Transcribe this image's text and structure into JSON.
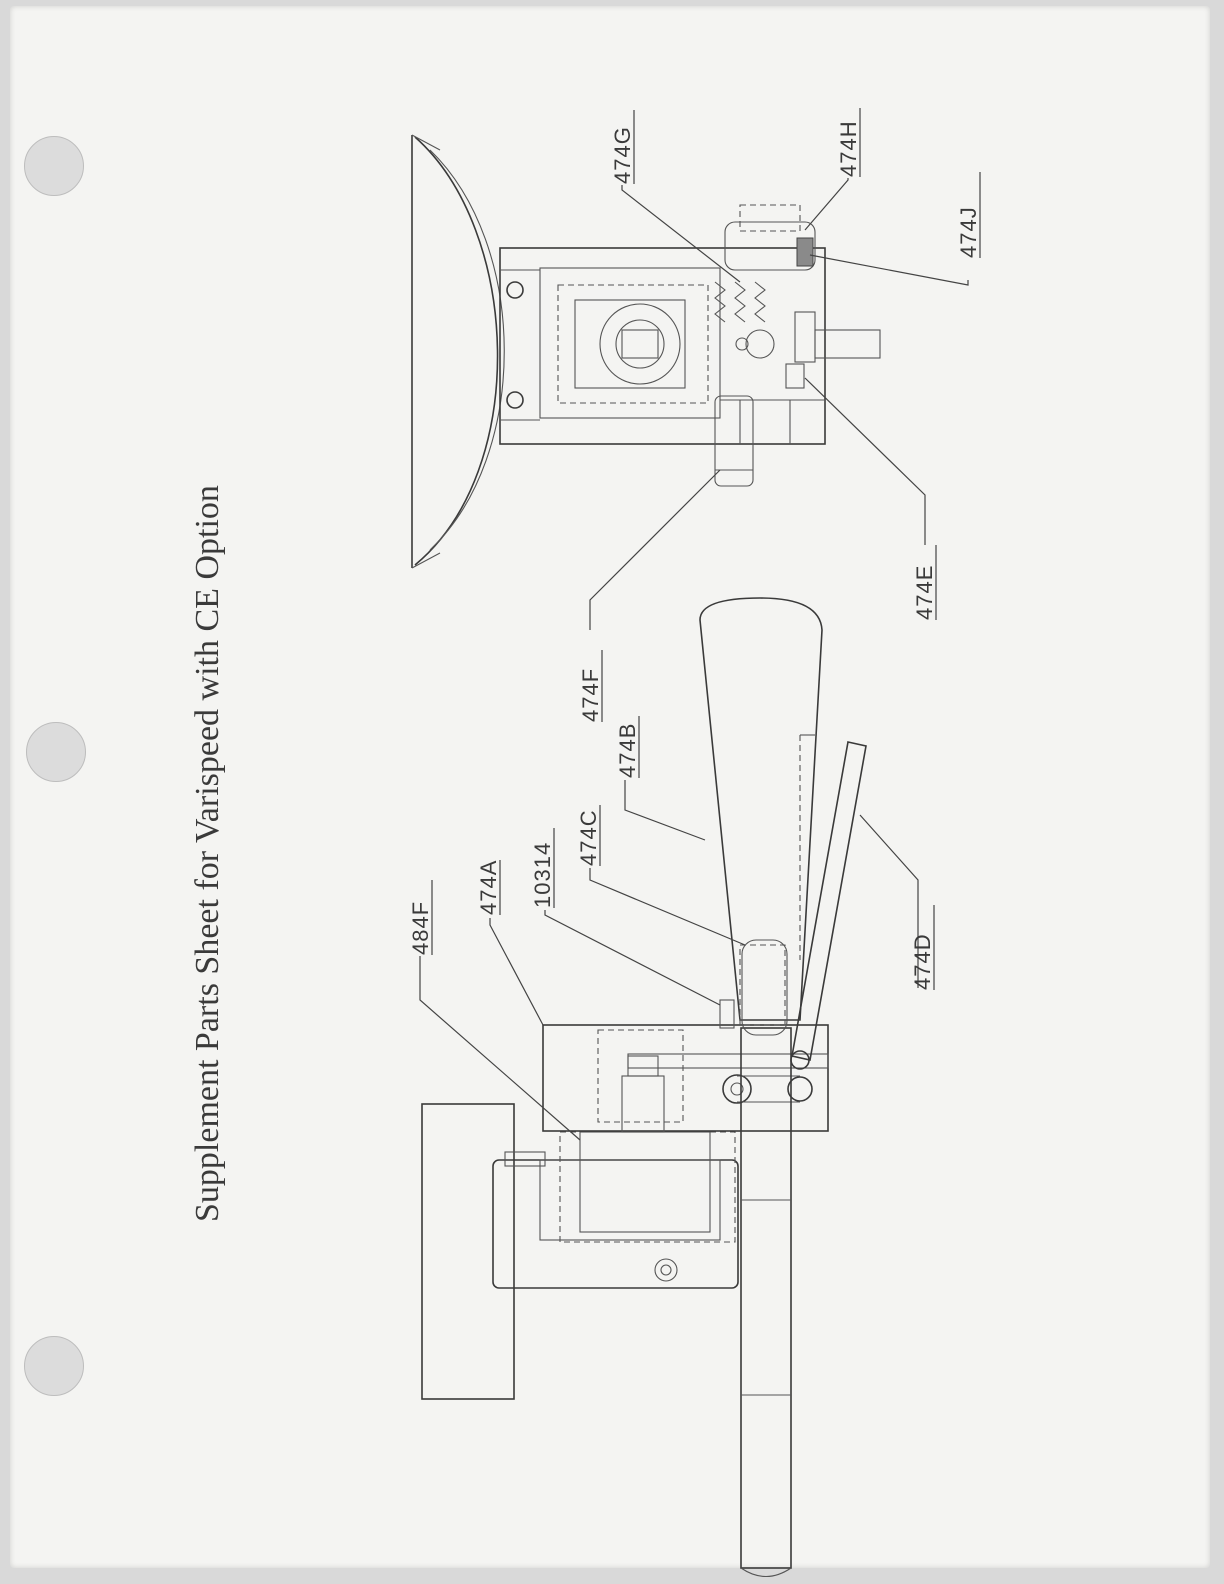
{
  "title": "Supplement Parts Sheet for Varispeed with CE Option",
  "labels": {
    "p484F": "484F",
    "p474A": "474A",
    "p10314": "10314",
    "p474C": "474C",
    "p474B": "474B",
    "p474F": "474F",
    "p474D": "474D",
    "p474G": "474G",
    "p474H": "474H",
    "p474J": "474J",
    "p474E": "474E"
  }
}
